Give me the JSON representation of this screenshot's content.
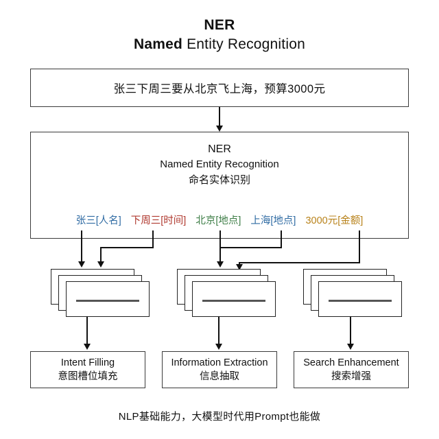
{
  "title": {
    "line1": "NER",
    "line2_bold": "Named",
    "line2_rest": " Entity Recognition"
  },
  "input": {
    "text": "张三下周三要从北京飞上海，预算3000元"
  },
  "ner": {
    "line1": "NER",
    "line2": "Named Entity Recognition",
    "line3": "命名实体识别"
  },
  "entities": [
    {
      "text": "张三[人名]",
      "color": "#2f6ba3"
    },
    {
      "text": "下周三[时间]",
      "color": "#b0392f"
    },
    {
      "text": "北京[地点]",
      "color": "#3d7d46"
    },
    {
      "text": "上海[地点]",
      "color": "#2f6ba3"
    },
    {
      "text": "3000元[金额]",
      "color": "#b8821a"
    }
  ],
  "stacks": [
    {
      "name": "stack-group-1",
      "cards": 3
    },
    {
      "name": "stack-group-2",
      "cards": 3
    },
    {
      "name": "stack-group-3",
      "cards": 3
    }
  ],
  "outputs": [
    {
      "en": "Intent Filling",
      "zh": "意图槽位填充"
    },
    {
      "en": "Information Extraction",
      "zh": "信息抽取"
    },
    {
      "en": "Search Enhancement",
      "zh": "搜索增强"
    }
  ],
  "footer": {
    "text": "NLP基础能力，大模型时代用Prompt也能做"
  },
  "colors": {
    "border": "#3a3a3a",
    "card_border": "#222222",
    "connector": "#111111",
    "background": "#ffffff",
    "text": "#111111"
  }
}
